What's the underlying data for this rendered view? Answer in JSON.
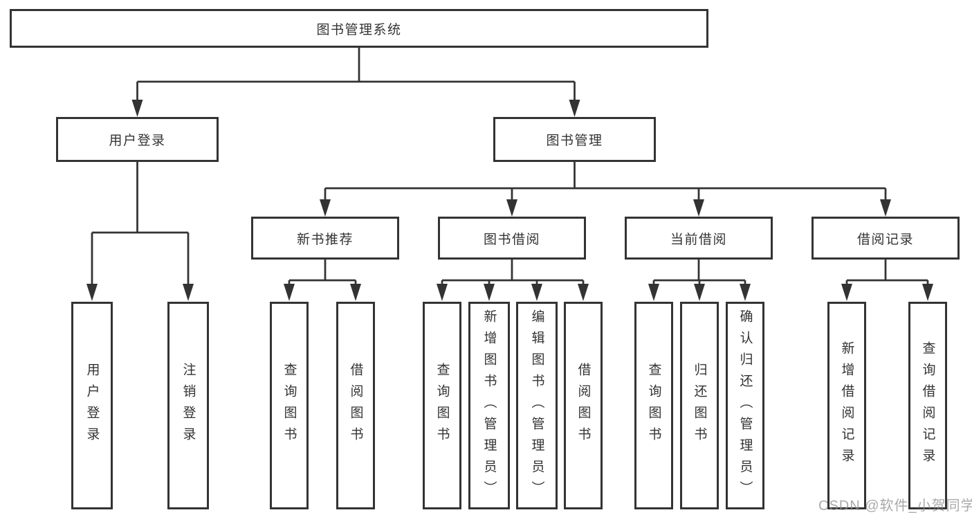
{
  "page": {
    "background_color": "#ffffff",
    "line_color": "#333333",
    "text_color": "#333333"
  },
  "watermark": {
    "text": "CSDN @软件_小贺同学",
    "color": "#8c8c8c"
  },
  "nodes": {
    "root": {
      "label": "图书管理系统"
    },
    "user_login": {
      "label": "用户登录"
    },
    "book_mgmt": {
      "label": "图书管理"
    },
    "new_book_rec": {
      "label": "新书推荐"
    },
    "book_borrow": {
      "label": "图书借阅"
    },
    "current_borrow": {
      "label": "当前借阅"
    },
    "borrow_records": {
      "label": "借阅记录"
    },
    "leaf_user_login": {
      "label": "用户登录"
    },
    "leaf_logout": {
      "label": "注销登录"
    },
    "leaf_rec_query_book": {
      "label": "查询图书"
    },
    "leaf_rec_borrow_book": {
      "label": "借阅图书"
    },
    "leaf_bb_query_book": {
      "label": "查询图书"
    },
    "leaf_bb_add_book": {
      "label": "新增图书（管理员）"
    },
    "leaf_bb_edit_book": {
      "label": "编辑图书（管理员）"
    },
    "leaf_bb_borrow_book": {
      "label": "借阅图书"
    },
    "leaf_cb_query_book": {
      "label": "查询图书"
    },
    "leaf_cb_return_book": {
      "label": "归还图书"
    },
    "leaf_cb_confirm_return": {
      "label": "确认归还（管理员）"
    },
    "leaf_br_add_record": {
      "label": "新增借阅记录"
    },
    "leaf_br_query_record": {
      "label": "查询借阅记录"
    }
  },
  "hierarchy": {
    "图书管理系统": {
      "用户登录": [
        "用户登录",
        "注销登录"
      ],
      "图书管理": {
        "新书推荐": [
          "查询图书",
          "借阅图书"
        ],
        "图书借阅": [
          "查询图书",
          "新增图书（管理员）",
          "编辑图书（管理员）",
          "借阅图书"
        ],
        "当前借阅": [
          "查询图书",
          "归还图书",
          "确认归还（管理员）"
        ],
        "借阅记录": [
          "新增借阅记录",
          "查询借阅记录"
        ]
      }
    }
  }
}
